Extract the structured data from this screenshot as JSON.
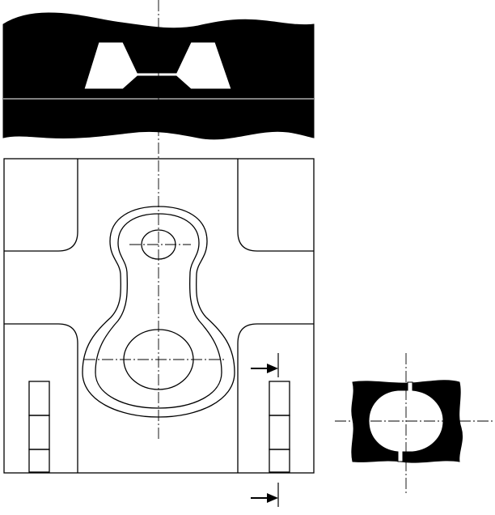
{
  "drawing": {
    "views": [
      "section-view-top",
      "plan-view-die-block",
      "section-view-right"
    ],
    "fill_color": "#000000",
    "stroke_color": "#000000",
    "background_color": "#ffffff",
    "section_indicator": {
      "arrows": 2,
      "direction": "right"
    },
    "insert_blocks": {
      "left_count": 3,
      "right_count": 3
    }
  }
}
